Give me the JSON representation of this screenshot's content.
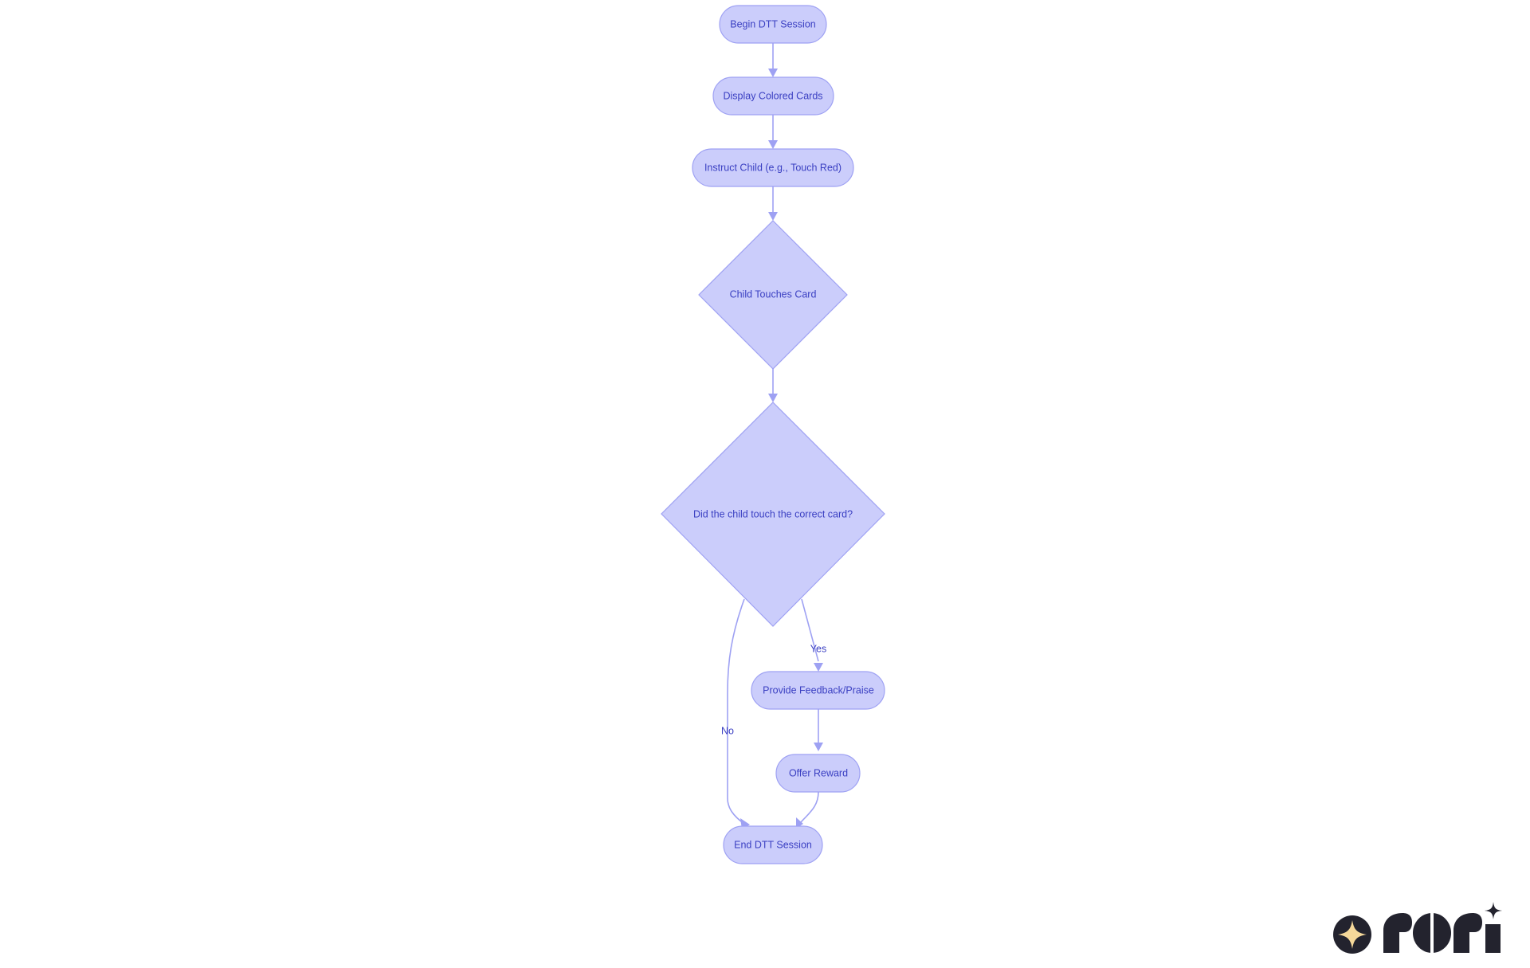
{
  "flowchart": {
    "nodes": {
      "begin": "Begin DTT Session",
      "display": "Display Colored Cards",
      "instruct": "Instruct Child (e.g., Touch Red)",
      "touches": "Child Touches Card",
      "decision": "Did the child touch the correct card?",
      "feedback": "Provide Feedback/Praise",
      "reward": "Offer Reward",
      "end": "End DTT Session"
    },
    "edge_labels": {
      "yes": "Yes",
      "no": "No"
    },
    "colors": {
      "node_fill": "#cbcdfb",
      "node_stroke": "#9ea1f3",
      "text": "#3a3fc2",
      "edge": "#9ea1f3"
    }
  },
  "logo": {
    "text": "rori",
    "dark_color": "#23232e",
    "accent_color": "#f5d89a"
  }
}
